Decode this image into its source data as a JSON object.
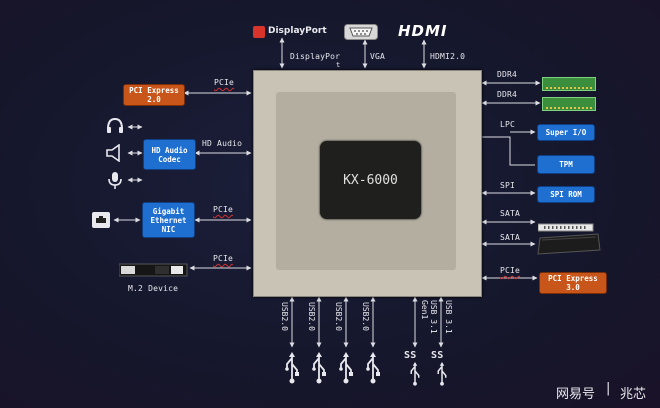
{
  "chip": {
    "name": "KX-6000"
  },
  "logos": {
    "displayport": "DisplayPort",
    "hdmi": "HDMI"
  },
  "top_labels": {
    "displayport": "DisplayPor",
    "displayport_tail": "t",
    "vga": "VGA",
    "hdmi": "HDMI2.0"
  },
  "left": {
    "pcie_top": "PCIe",
    "pci_express": "PCI Express\n2.0",
    "hd_audio": "HD Audio",
    "hd_audio_codec": "HD Audio\nCodec",
    "pcie_nic": "PCIe",
    "nic": "Gigabit\nEthernet\nNIC",
    "pcie_m2": "PCIe",
    "m2_device": "M.2 Device"
  },
  "right": {
    "ddr4_1": "DDR4",
    "ddr4_2": "DDR4",
    "lpc": "LPC",
    "super_io": "Super I/O",
    "tpm": "TPM",
    "spi": "SPI",
    "spi_rom": "SPI ROM",
    "sata1": "SATA",
    "sata2": "SATA",
    "pcie": "PCIe",
    "pci_express": "PCI Express\n3.0"
  },
  "bottom": {
    "usb": [
      "USB2.0",
      "USB2.0",
      "USB2.0",
      "USB2.0"
    ],
    "usb3": [
      "USB 3.1\nGen1",
      "USB 3.1"
    ],
    "ss_label": "SS"
  },
  "watermark": {
    "brand": "网易号",
    "author": "兆芯"
  },
  "colors": {
    "blue_box": "#1e6fd0",
    "orange_box": "#c8561a",
    "line": "#dcdce2"
  }
}
